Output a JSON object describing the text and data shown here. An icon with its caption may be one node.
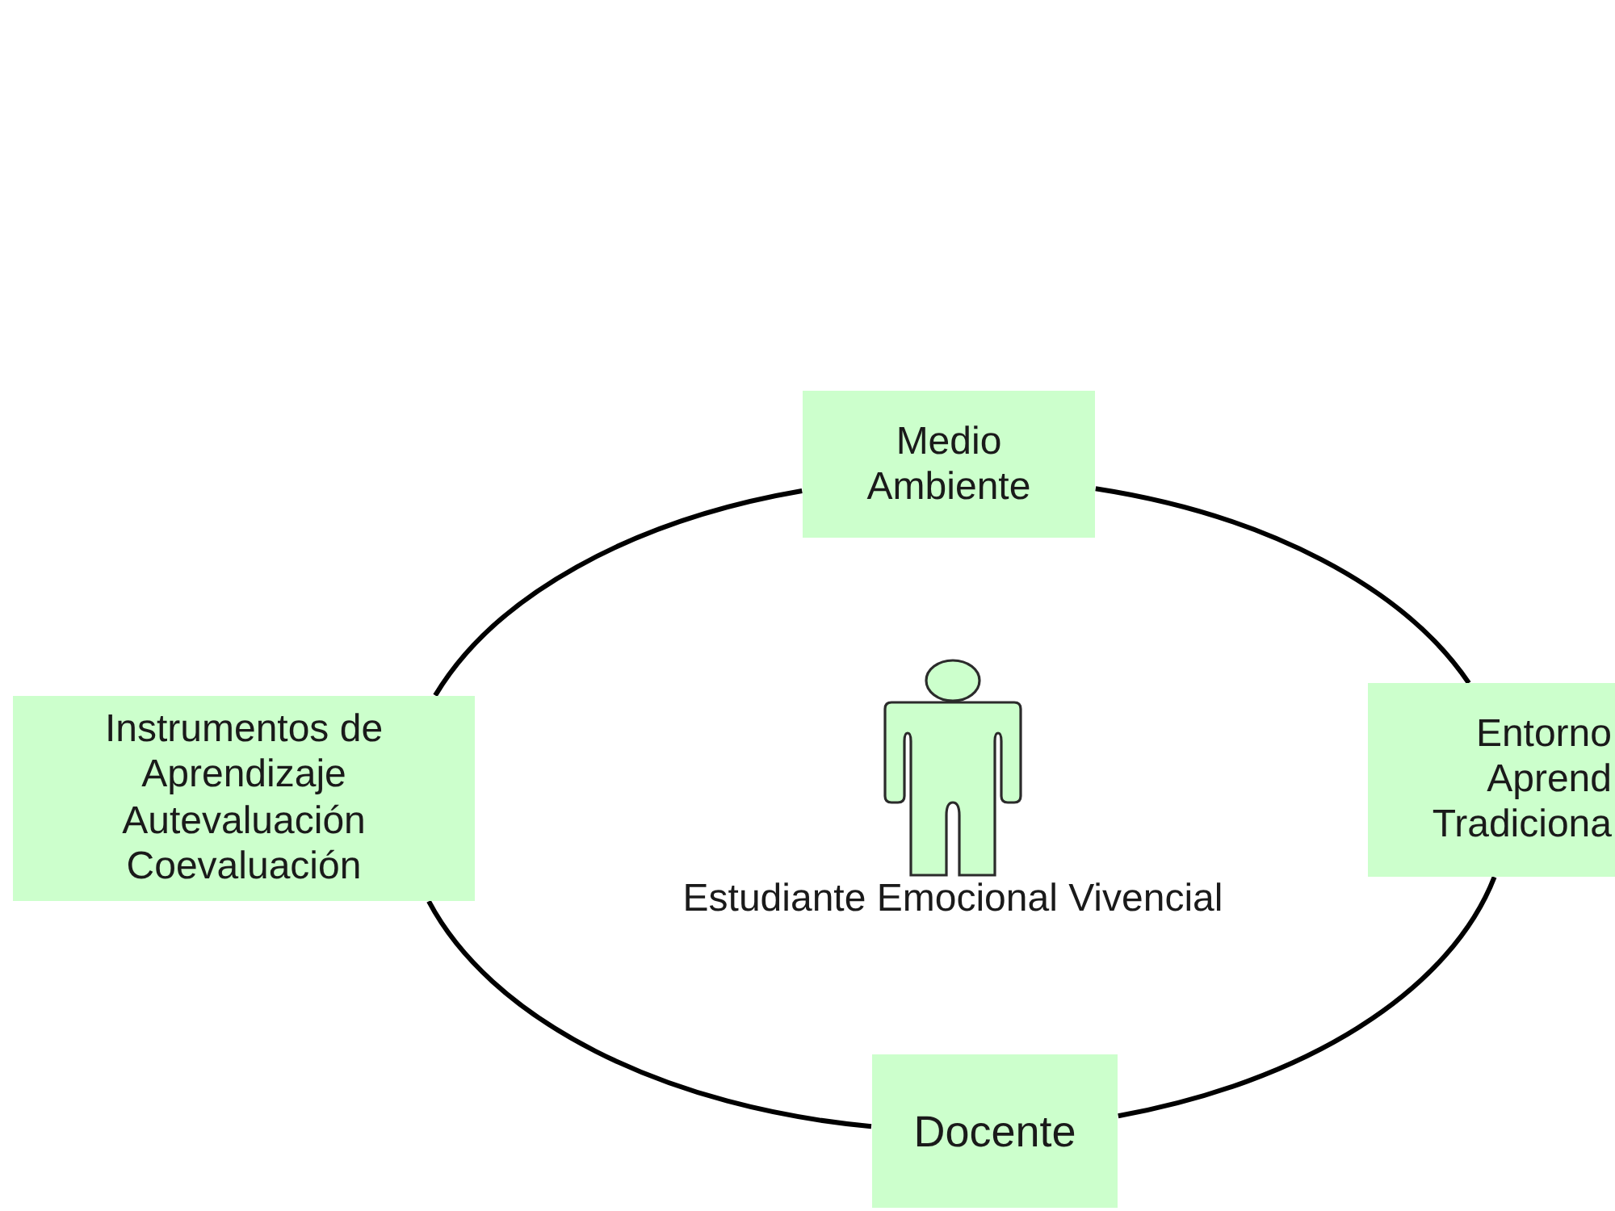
{
  "diagram": {
    "nodes": [
      {
        "text": [
          "Medio Ambiente"
        ]
      },
      {
        "text": [
          "Instrumentos de Aprendizaje",
          "Autevaluación",
          "Coevaluación"
        ]
      },
      {
        "text": [
          "Estudiante Emocional Vivencial"
        ]
      },
      {
        "text": [
          "Entorno Aprend Tradiciona"
        ]
      },
      {
        "text": [
          "Docente"
        ]
      }
    ],
    "edges": [
      {
        "from": 0,
        "to": 3,
        "arrow": "none"
      },
      {
        "from": 3,
        "to": 4,
        "arrow": "none"
      },
      {
        "from": 4,
        "to": 1,
        "arrow": "none"
      },
      {
        "from": 1,
        "to": 0,
        "arrow": "none"
      }
    ]
  }
}
